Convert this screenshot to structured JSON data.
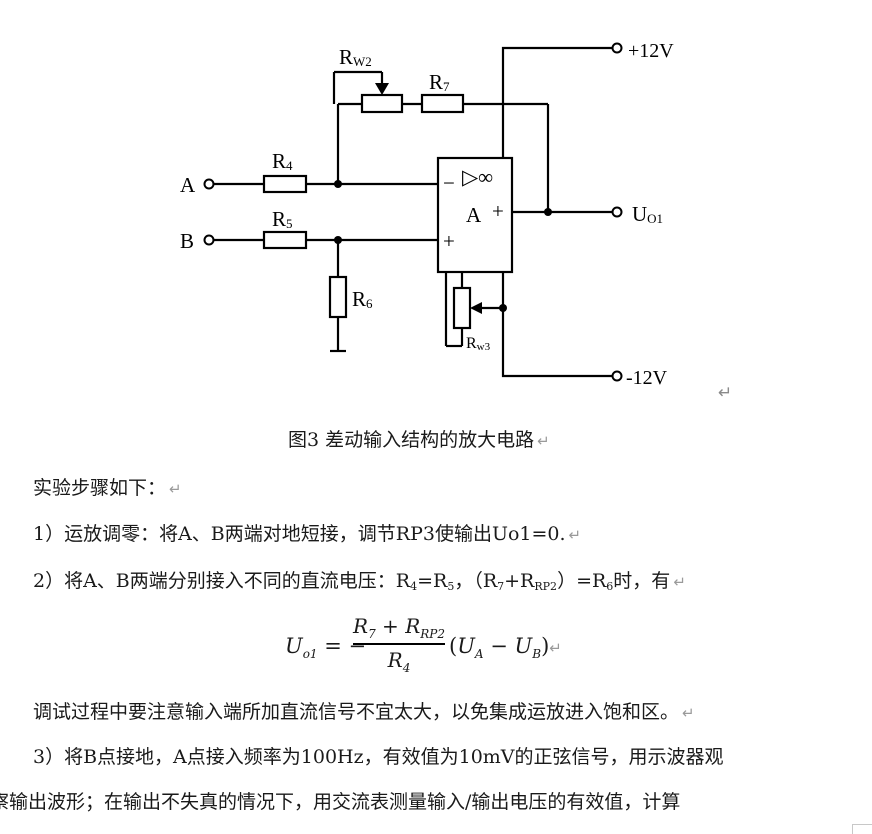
{
  "circuit": {
    "labels": {
      "rw2": "R",
      "rw2_sub": "W2",
      "r7": "R",
      "r7_sub": "7",
      "r4": "R",
      "r4_sub": "4",
      "r5": "R",
      "r5_sub": "5",
      "r6": "R",
      "r6_sub": "6",
      "rw3": "R",
      "rw3_sub": "w3",
      "node_a": "A",
      "node_b": "B",
      "vplus": "+12V",
      "vminus": "-12V",
      "out": "U",
      "out_sub": "O1",
      "opamp_symbol": "▷∞",
      "opamp_name": "A",
      "opamp_out_sign": "+",
      "opamp_minus": "−",
      "opamp_plus": "+"
    },
    "return_mark": "↵"
  },
  "caption": "图3 差动输入结构的放大电路",
  "paragraphs": {
    "p1": "实验步骤如下：",
    "p2": "1）运放调零：将A、B两端对地短接，调节RP3使输出Uo1=0.",
    "p3_prefix": "2）将A、B两端分别接入不同的直流电压：R",
    "p3_s1": "4",
    "p3_mid1": "=R",
    "p3_s2": "5",
    "p3_mid2": "，（R",
    "p3_s3": "7",
    "p3_mid3": "+R",
    "p3_s4": "RP2",
    "p3_mid4": "）=R",
    "p3_s5": "6",
    "p3_suffix": "时，有",
    "p5": "调试过程中要注意输入端所加直流信号不宜太大，以免集成运放进入饱和区。",
    "p6": "3）将B点接地，A点接入频率为100Hz，有效值为10mV的正弦信号，用示波器观",
    "p7": "察输出波形；在输出不失真的情况下，用交流表测量输入/输出电压的有效值，计算"
  },
  "formula": {
    "lhs_u": "U",
    "lhs_sub": "o1",
    "eq": " = −",
    "num_r7": "R",
    "num_r7_sub": "7",
    "num_plus": " + ",
    "num_rrp2": "R",
    "num_rrp2_sub": "RP2",
    "den_r4": "R",
    "den_r4_sub": "4",
    "rhs_open": "(",
    "rhs_ua": "U",
    "rhs_ua_sub": "A",
    "rhs_minus": " − ",
    "rhs_ub": "U",
    "rhs_ub_sub": "B",
    "rhs_close": ")"
  },
  "para_mark": "↵"
}
